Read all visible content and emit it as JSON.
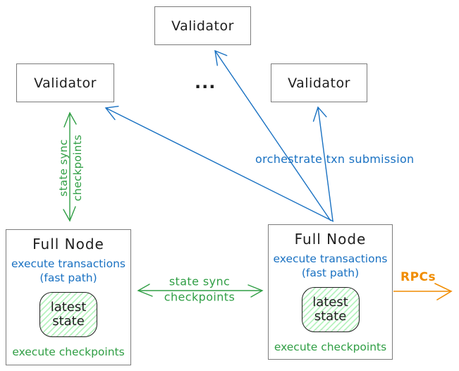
{
  "diagram": {
    "validators": {
      "top": "Validator",
      "left": "Validator",
      "right": "Validator",
      "ellipsis": "..."
    },
    "full_node_left": {
      "title": "Full Node",
      "execute_transactions": "execute transactions",
      "fast_path": "(fast path)",
      "latest_state_line1": "latest",
      "latest_state_line2": "state",
      "execute_checkpoints": "execute checkpoints"
    },
    "full_node_right": {
      "title": "Full Node",
      "execute_transactions": "execute transactions",
      "fast_path": "(fast path)",
      "latest_state_line1": "latest",
      "latest_state_line2": "state",
      "execute_checkpoints": "execute checkpoints"
    },
    "edge_labels": {
      "orchestrate": "orchestrate txn submission",
      "state_sync_line1": "state sync",
      "state_sync_line2": "checkpoints",
      "rpcs": "RPCs"
    },
    "colors": {
      "blue": "#1971c2",
      "green": "#2f9e44",
      "orange": "#f08c00",
      "box_border": "#7b7b7b",
      "text": "#1e1e1e",
      "latest_state_fill": "#b2f2bb"
    }
  }
}
